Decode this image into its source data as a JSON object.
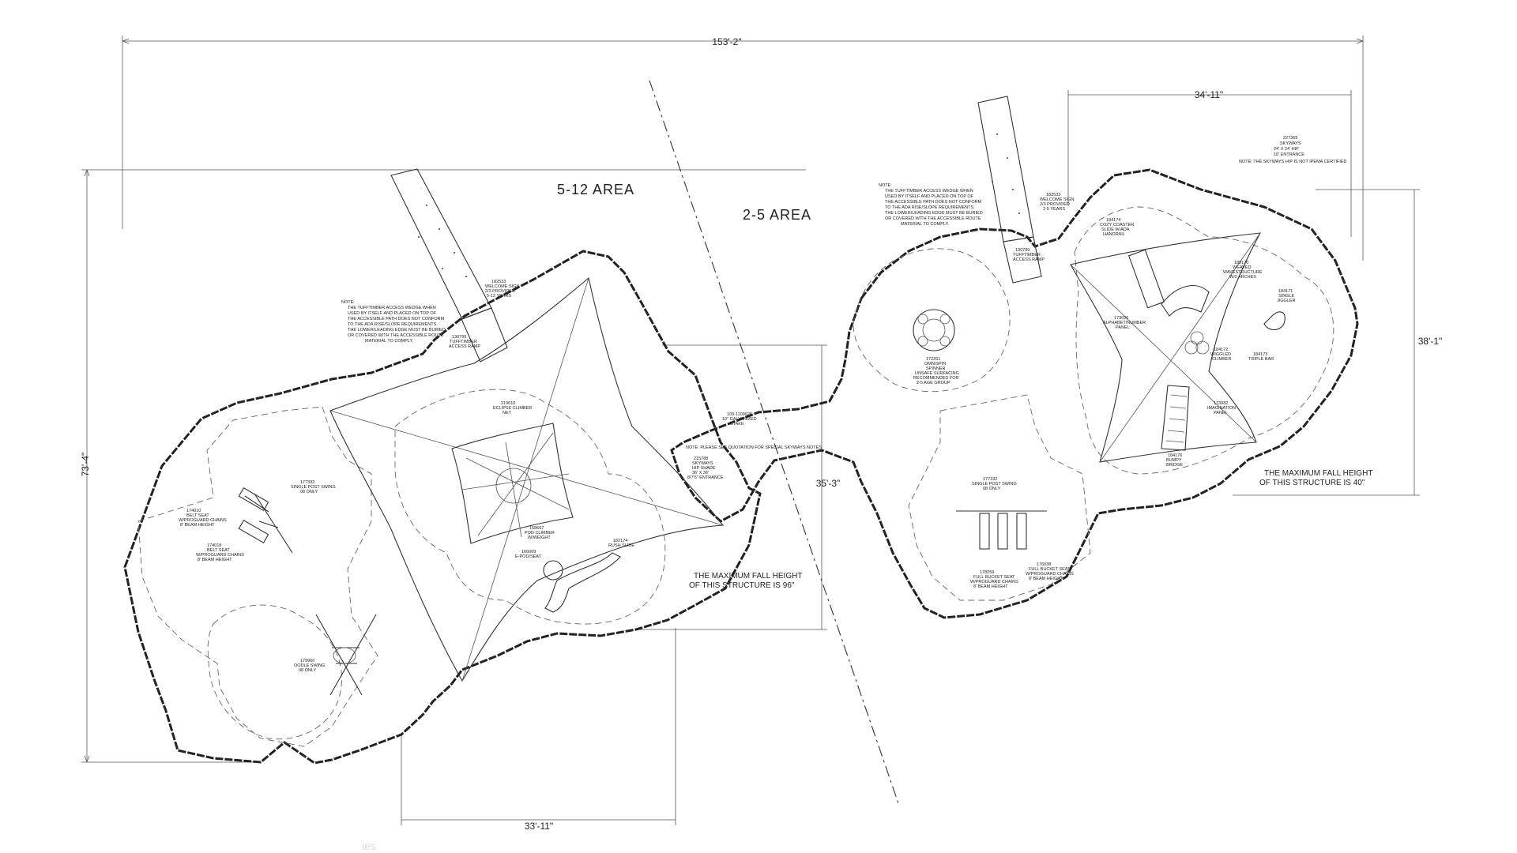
{
  "dimensions": {
    "overall_width": "153'-2\"",
    "overall_height": "73'-4\"",
    "right_width": "34'-11\"",
    "right_height": "38'-1\"",
    "middle_height": "35'-3\"",
    "bottom_width": "33'-11\""
  },
  "areas": {
    "age_5_12": "5-12 AREA",
    "age_2_5": "2-5 AREA"
  },
  "fall_height": {
    "left": [
      "THE MAXIMUM FALL HEIGHT",
      "OF THIS STRUCTURE IS 96\""
    ],
    "right": [
      "THE MAXIMUM FALL HEIGHT",
      "OF THIS STRUCTURE IS 40\""
    ]
  },
  "notes": {
    "left_access_wedge": [
      "NOTE:",
      "THE TUFFTIMBER ACCESS WEDGE WHEN",
      "USED BY ITSELF AND PLACED ON TOP OF",
      "THE ACCESSIBLE PATH DOES NOT CONFORM",
      "TO THE ADA RISE/SLOPE REQUIREMENTS.",
      "THE LOWER/LEADING EDGE MUST BE BURIED",
      "OR COVERED WITH THE ACCESSIBLE ROUTE",
      "MATERIAL TO COMPLY."
    ],
    "right_access_wedge": [
      "NOTE:",
      "THE TUFFTIMBER ACCESS WEDGE WHEN",
      "USED BY ITSELF AND PLACED ON TOP OF",
      "THE ACCESSIBLE PATH DOES NOT CONFORM",
      "TO THE ADA RISE/SLOPE REQUIREMENTS.",
      "THE LOWER/LEADING EDGE MUST BE BURIED",
      "OR COVERED WITH THE ACCESSIBLE ROUTE",
      "MATERIAL TO COMPLY."
    ],
    "skyways": [
      "227369",
      "SKYWAYS",
      "24' X 24' HIP",
      "10' ENTRANCE",
      "NOTE:   THE SKYWAYS HIP IS NOT IPEMA CERTIFIED"
    ],
    "special_skyways": "NOTE:   PLEASE SEE QUOTATION FOR SPECIAL SKYWAYS NOTES"
  },
  "components": {
    "welcome_sign_left": [
      "182533",
      "WELCOME SIGN",
      "2/3 PROVIDED",
      "5-12 YEARS"
    ],
    "access_ramp_left": [
      "130799",
      "TUFFTIMBER",
      "ACCESS RAMP"
    ],
    "welcome_sign_right": [
      "182533",
      "WELCOME SIGN",
      "2/3 PROVIDED",
      "2-5 YEARS"
    ],
    "access_ramp_right": [
      "130799",
      "TUFFTIMBER",
      "ACCESS RAMP"
    ],
    "eclipse_climber": [
      "219010",
      "ECLIPSE CLIMBER",
      "NET"
    ],
    "single_post_swing_left": [
      "177332",
      "SINGLE POST SWING",
      "08 ONLY"
    ],
    "belt_seat_1": [
      "174010",
      "BELT SEAT",
      "W/PROGUARD CHAINS",
      "8' BEAM HEIGHT"
    ],
    "belt_seat_2": [
      "174018",
      "BELT SEAT",
      "W/PROGUARD CHAINS",
      "8' BEAM HEIGHT"
    ],
    "oodle_swing": [
      "179960",
      "OODLE SWING",
      "08 ONLY"
    ],
    "pod_climber": [
      "158667",
      "POD CLIMBER",
      "W/WEIGHT"
    ],
    "e_pod_seat": [
      "166609",
      "E-POD/SEAT"
    ],
    "rush_slide": [
      "182174",
      "RUSH SLIDE"
    ],
    "ground_stake": [
      "109-1100626",
      "10\" GALVANIZED",
      "STAKE"
    ],
    "skyways_hip_shade": [
      "215788",
      "SKYWAYS",
      "HIP SHADE",
      "36' X 36'",
      "8/7'6\" ENTRANCE"
    ],
    "omnispin_spinner": [
      "172261",
      "OMNISPIN",
      "SPINNER",
      "UNSAFE SURFACING",
      "RECOMMENDED FOR",
      "2-5 AGE GROUP"
    ],
    "single_post_swing_right": [
      "177332",
      "SINGLE POST SWING",
      "08 ONLY"
    ],
    "full_bucket_seat": [
      "178259",
      "FULL BUCKET SEAT",
      "W/PROGUARD CHAINS",
      "8' BEAM HEIGHT"
    ],
    "full_bucket_seat_2": [
      "176038",
      "FULL BUCKET SEAT",
      "W/PROGUARD CHAINS",
      "8' BEAM HEIGHT"
    ],
    "cozy_coaster": [
      "184174",
      "COZY COASTER",
      "SLIDE W/ADA",
      "HANDRAIL"
    ],
    "alphabet_panel": [
      "173026",
      "ALPHABET/NUMBER",
      "PANEL"
    ],
    "weaved_wavestructure": [
      "189170",
      "WEAVED",
      "WAVESTRUCTURE",
      "W/2 ARCHES"
    ],
    "single_jiggler": [
      "184171",
      "SINGLE",
      "JIGGLER"
    ],
    "wiggled_climber": [
      "184172",
      "WIGGLED",
      "CLIMBER"
    ],
    "triple_bar": [
      "184173",
      "TRIPLE BAR"
    ],
    "imagination_panel": [
      "173082",
      "IMAGINATION",
      "PANEL"
    ],
    "bumpy_bridge": [
      "184176",
      "BUMPY",
      "BRIDGE"
    ]
  },
  "watermark": "ies"
}
